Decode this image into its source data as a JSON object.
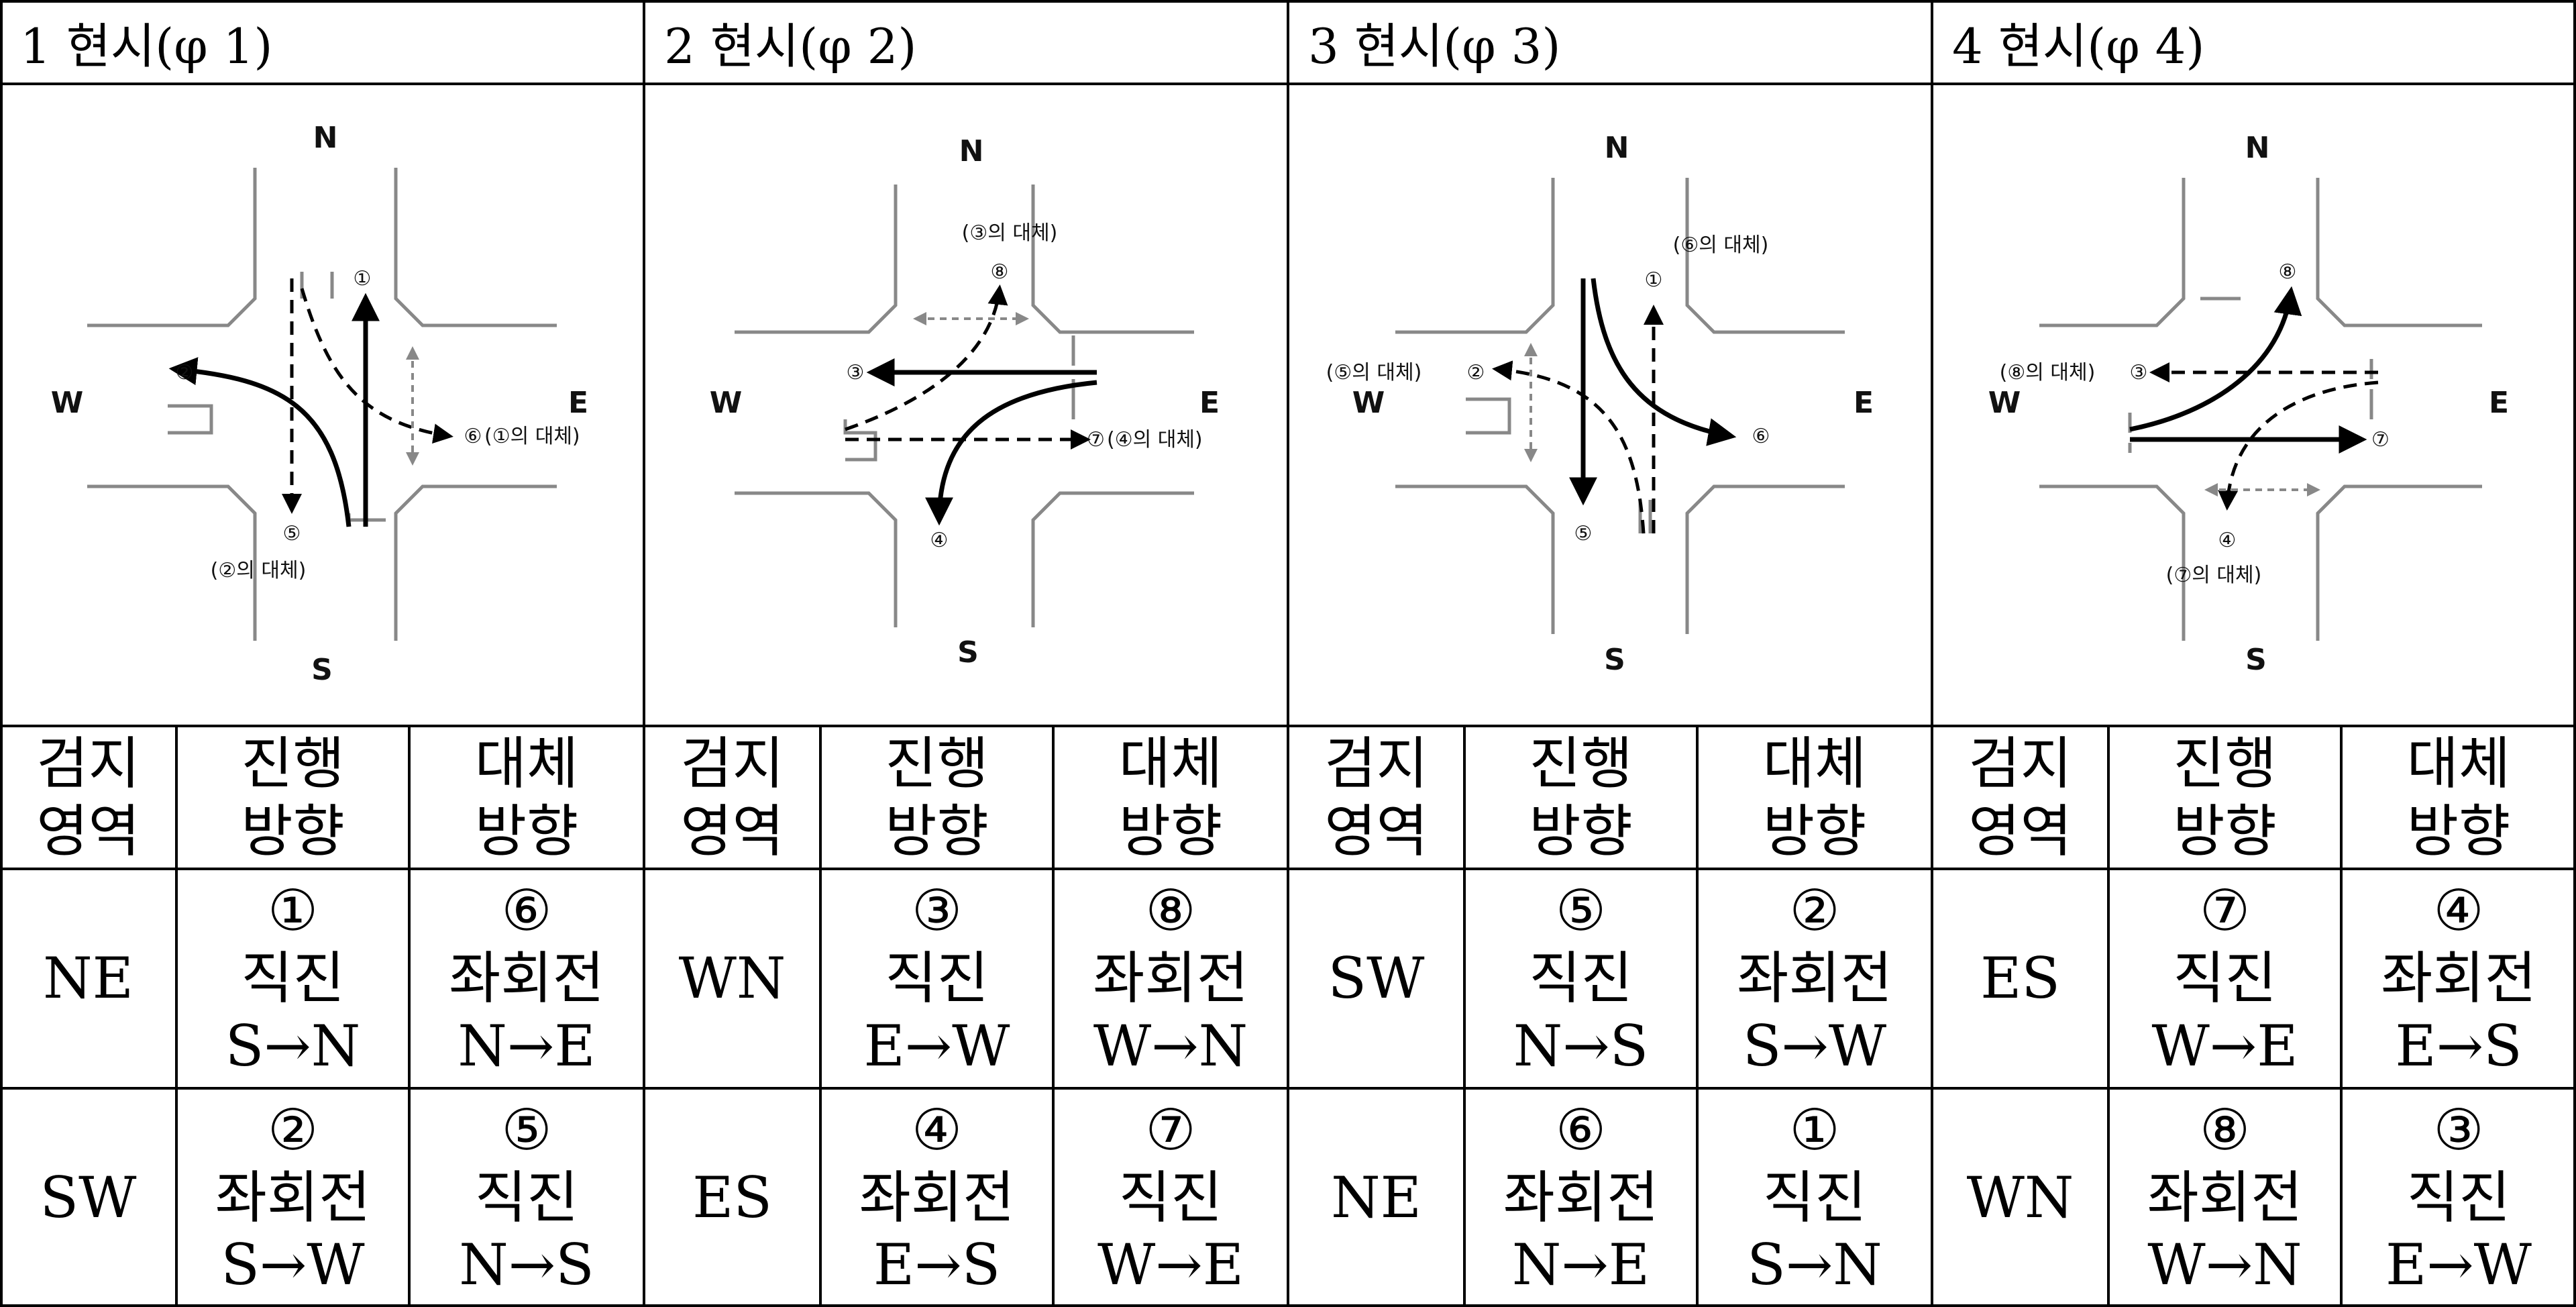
{
  "phases": [
    {
      "title": "1 현시(φ 1)",
      "diagram": {
        "compass": {
          "n": "N",
          "e": "E",
          "s": "S",
          "w": "W"
        },
        "labels": [
          "①",
          "②",
          "⑤",
          "⑥",
          "(①의 대체)",
          "(②의 대체)"
        ]
      },
      "header": {
        "area": [
          "검지",
          "영역"
        ],
        "move": [
          "진행",
          "방향"
        ],
        "alt": [
          "대체",
          "방향"
        ]
      },
      "rows": [
        {
          "area": "NE",
          "move": [
            "①",
            "직진",
            "S→N"
          ],
          "alt": [
            "⑥",
            "좌회전",
            "N→E"
          ]
        },
        {
          "area": "SW",
          "move": [
            "②",
            "좌회전",
            "S→W"
          ],
          "alt": [
            "⑤",
            "직진",
            "N→S"
          ]
        }
      ]
    },
    {
      "title": "2 현시(φ 2)",
      "diagram": {
        "compass": {
          "n": "N",
          "e": "E",
          "s": "S",
          "w": "W"
        },
        "labels": [
          "③",
          "④",
          "⑦",
          "⑧",
          "(③의 대체)",
          "(④의 대체)"
        ]
      },
      "header": {
        "area": [
          "검지",
          "영역"
        ],
        "move": [
          "진행",
          "방향"
        ],
        "alt": [
          "대체",
          "방향"
        ]
      },
      "rows": [
        {
          "area": "WN",
          "move": [
            "③",
            "직진",
            "E→W"
          ],
          "alt": [
            "⑧",
            "좌회전",
            "W→N"
          ]
        },
        {
          "area": "ES",
          "move": [
            "④",
            "좌회전",
            "E→S"
          ],
          "alt": [
            "⑦",
            "직진",
            "W→E"
          ]
        }
      ]
    },
    {
      "title": "3 현시(φ 3)",
      "diagram": {
        "compass": {
          "n": "N",
          "e": "E",
          "s": "S",
          "w": "W"
        },
        "labels": [
          "⑤",
          "⑥",
          "①",
          "②",
          "(⑥의 대체)",
          "(⑤의 대체)"
        ]
      },
      "header": {
        "area": [
          "검지",
          "영역"
        ],
        "move": [
          "진행",
          "방향"
        ],
        "alt": [
          "대체",
          "방향"
        ]
      },
      "rows": [
        {
          "area": "SW",
          "move": [
            "⑤",
            "직진",
            "N→S"
          ],
          "alt": [
            "②",
            "좌회전",
            "S→W"
          ]
        },
        {
          "area": "NE",
          "move": [
            "⑥",
            "좌회전",
            "N→E"
          ],
          "alt": [
            "①",
            "직진",
            "S→N"
          ]
        }
      ]
    },
    {
      "title": "4 현시(φ 4)",
      "diagram": {
        "compass": {
          "n": "N",
          "e": "E",
          "s": "S",
          "w": "W"
        },
        "labels": [
          "⑦",
          "⑧",
          "④",
          "③",
          "(⑦의 대체)",
          "(⑧의 대체)"
        ]
      },
      "header": {
        "area": [
          "검지",
          "영역"
        ],
        "move": [
          "진행",
          "방향"
        ],
        "alt": [
          "대체",
          "방향"
        ]
      },
      "rows": [
        {
          "area": "ES",
          "move": [
            "⑦",
            "직진",
            "W→E"
          ],
          "alt": [
            "④",
            "좌회전",
            "E→S"
          ]
        },
        {
          "area": "WN",
          "move": [
            "⑧",
            "좌회전",
            "W→N"
          ],
          "alt": [
            "③",
            "직진",
            "E→W"
          ]
        }
      ]
    }
  ]
}
